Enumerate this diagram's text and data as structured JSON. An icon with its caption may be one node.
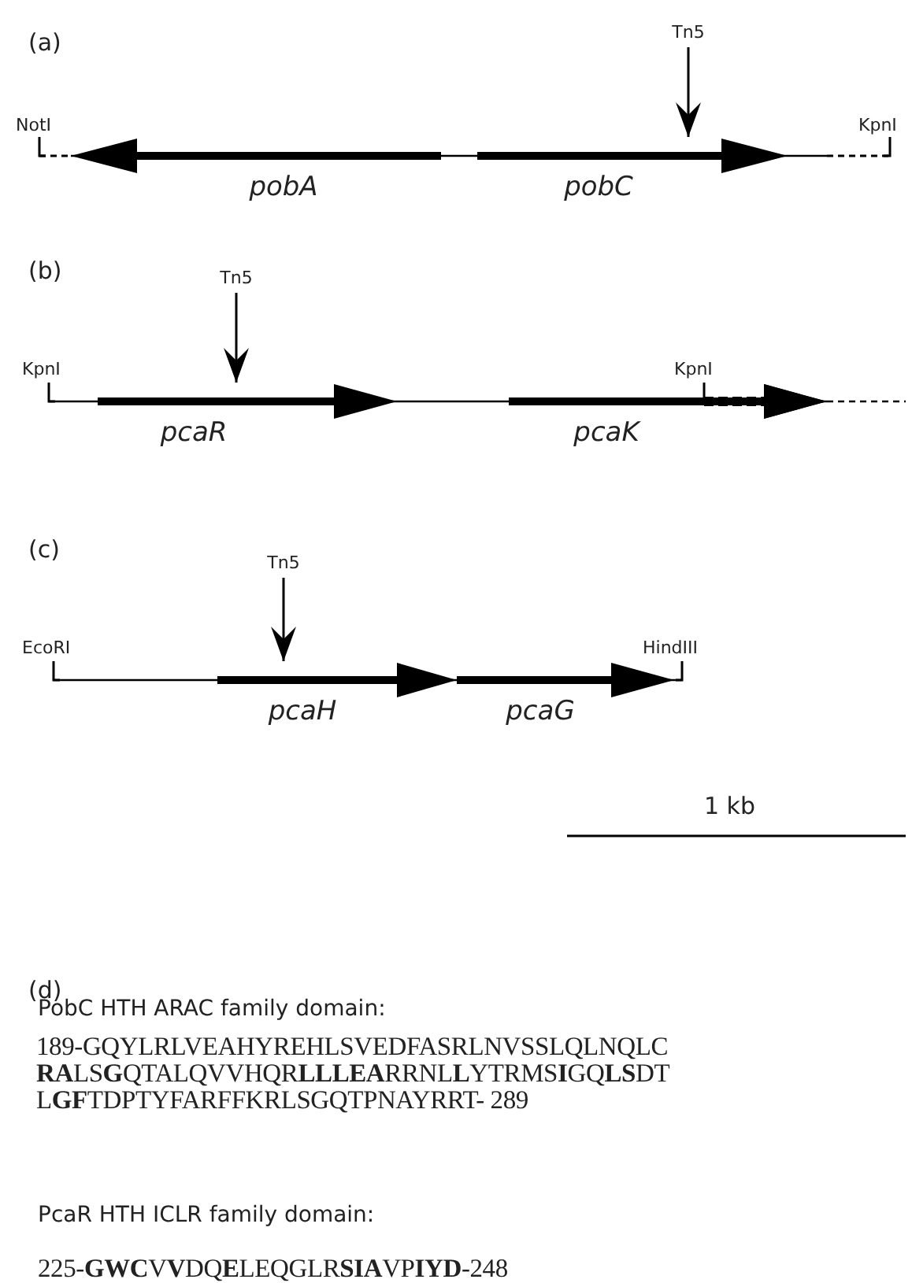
{
  "diagram": {
    "nodes": [
      {
        "text": [
          "Tn5"
        ]
      },
      {
        "text": [
          "pobA"
        ]
      },
      {
        "text": [
          "pobC"
        ]
      },
      {
        "text": [
          "Tn5"
        ]
      },
      {
        "text": [
          "pcaR"
        ]
      },
      {
        "text": [
          "pcaK"
        ]
      },
      {
        "text": [
          "Tn5"
        ]
      },
      {
        "text": [
          "pcaH"
        ]
      },
      {
        "text": [
          "pcaG"
        ]
      }
    ],
    "edges": [
      {
        "from": 0,
        "to": 2,
        "arrow": "to"
      },
      {
        "from": 3,
        "to": 4,
        "arrow": "to"
      },
      {
        "from": 6,
        "to": 7,
        "arrow": "to"
      }
    ],
    "labels": [
      "(a)",
      "NotI",
      "KpnI",
      "(b)",
      "KpnI",
      "KpnI",
      "(c)",
      "EcoRI",
      "HindIII",
      "1 kb",
      "(d)",
      "PobC HTH ARAC family domain:",
      "189-GQYLRLVEAHYREHLSVEDFASRLNVSSLQLNQLC **RA**LS**G**QTALQVVHQR**LLLEA**RRNL**L**YTRMS**I**GQ**LS**DT L**GF**TDPTYFARFFKRLSGQTPNAYRRT- 289",
      "PcaR HTH ICLR family domain:",
      "225-**GWC**V**V**DQ**E**LEQGLR**SIA**VP**IYD**-248"
    ]
  }
}
